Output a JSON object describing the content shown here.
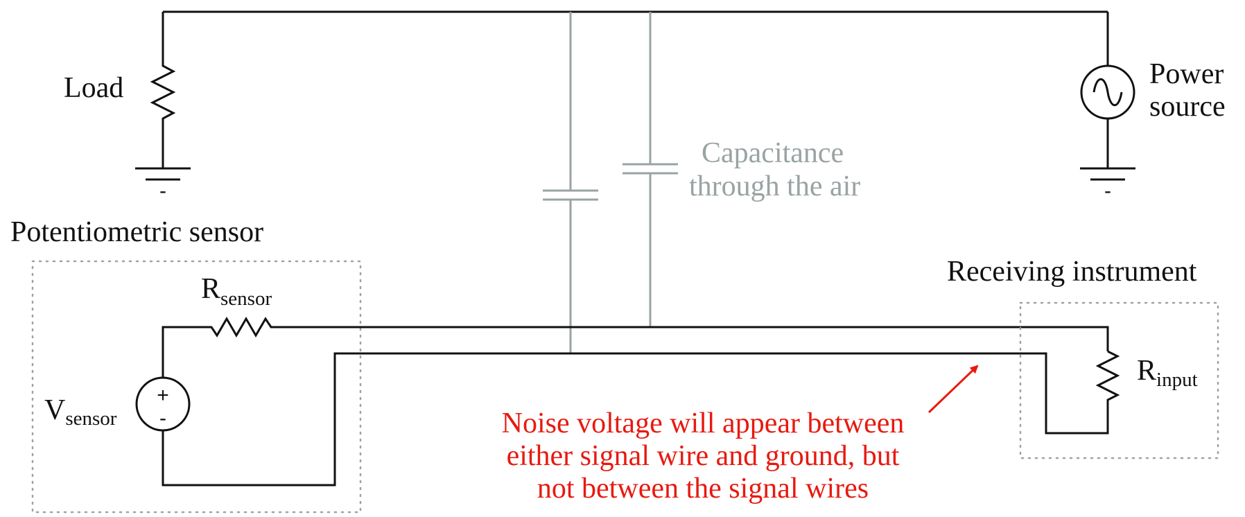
{
  "labels": {
    "load": "Load",
    "power_source_line1": "Power",
    "power_source_line2": "source",
    "capacitance_line1": "Capacitance",
    "capacitance_line2": "through the air",
    "potentiometric_sensor": "Potentiometric sensor",
    "receiving_instrument": "Receiving instrument",
    "r_sensor_main": "R",
    "r_sensor_sub": "sensor",
    "v_sensor_main": "V",
    "v_sensor_sub": "sensor",
    "r_input_main": "R",
    "r_input_sub": "input",
    "ground_minus": "-",
    "plus_sign": "+",
    "minus_sign": "-"
  },
  "note": {
    "line1": "Noise voltage will appear between",
    "line2": "either signal wire and ground, but",
    "line3": "not between the signal wires"
  },
  "colors": {
    "wire": "#111111",
    "capacitance": "#9aa3a3",
    "note": "#e8190f",
    "enclosure": "#9aa3a3"
  }
}
